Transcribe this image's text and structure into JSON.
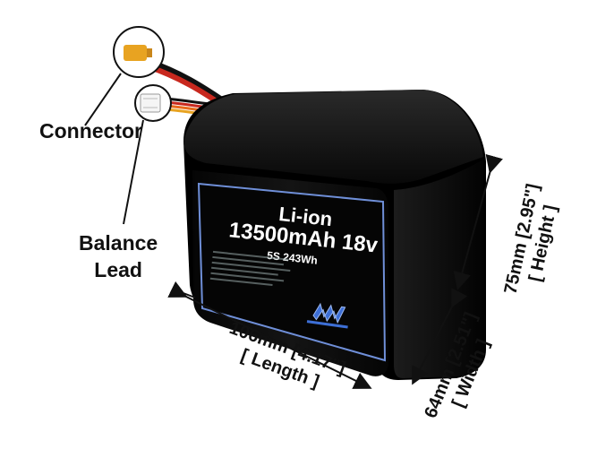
{
  "callouts": {
    "connector": "Connector",
    "balance_line1": "Balance",
    "balance_line2": "Lead"
  },
  "dimensions": {
    "length": "106mm [4.17\"]",
    "length_caption": "[ Length ]",
    "height": "75mm [2.95\"]",
    "height_caption": "[ Height ]",
    "width": "64mm [2.51\"]",
    "width_caption": "[ Width ]"
  },
  "battery_label": {
    "chemistry": "Li-ion",
    "capacity_voltage": "13500mAh 18v",
    "config": "5S 243Wh"
  },
  "colors": {
    "battery_body": "#0d0d0d",
    "label_border": "#6f8fd8",
    "logo_blue": "#3d6fd6",
    "connector_yellow": "#e8a321",
    "wire_red": "#c8281e",
    "wire_orange": "#e86a1c"
  }
}
